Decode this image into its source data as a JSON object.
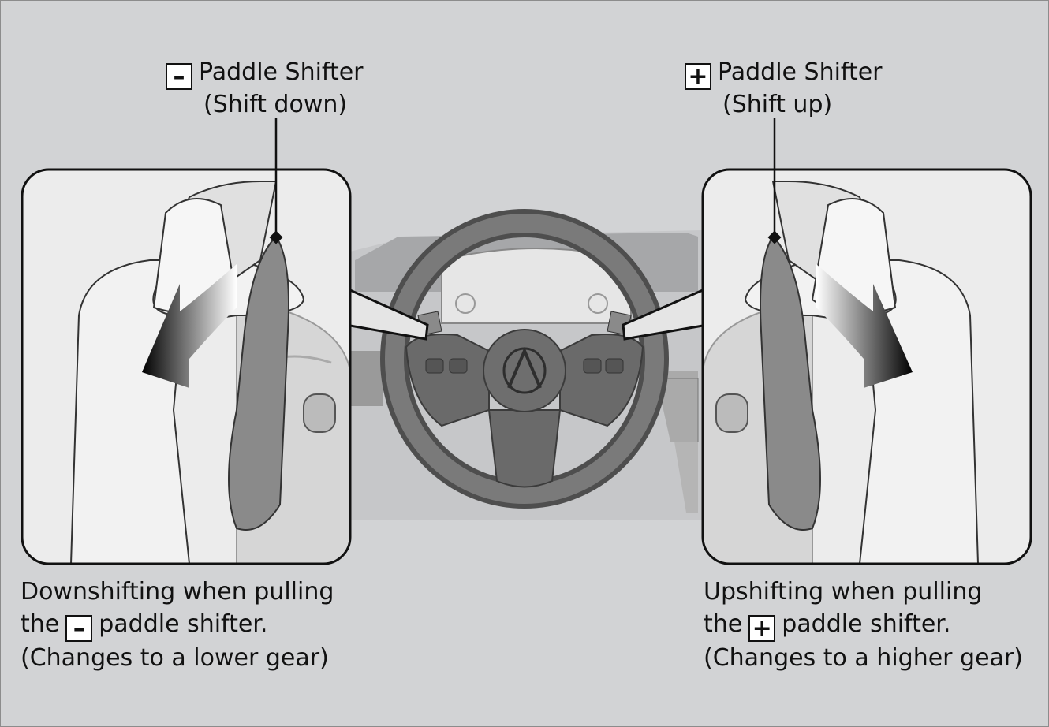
{
  "left_callout": {
    "symbol": "–",
    "title": "Paddle Shifter",
    "subtitle": "(Shift down)"
  },
  "right_callout": {
    "symbol": "+",
    "title": "Paddle Shifter",
    "subtitle": "(Shift up)"
  },
  "left_caption": {
    "line1": "Downshifting when pulling",
    "line2_before": "the",
    "symbol": "–",
    "line2_after": "paddle shifter.",
    "line3": "(Changes to a lower gear)"
  },
  "right_caption": {
    "line1": "Upshifting when pulling",
    "line2_before": "the",
    "symbol": "+",
    "line2_after": "paddle shifter.",
    "line3": "(Changes to a higher gear)"
  },
  "icons": [
    "minus-symbol",
    "plus-symbol",
    "steering-wheel",
    "curved-arrow-down-icon",
    "curved-arrow-up-icon",
    "acura-logo"
  ],
  "colors": {
    "background": "#d2d3d5",
    "panel": "#ebebeb",
    "wheel": "#6d6d6d",
    "paddle": "#8a8a8a"
  }
}
